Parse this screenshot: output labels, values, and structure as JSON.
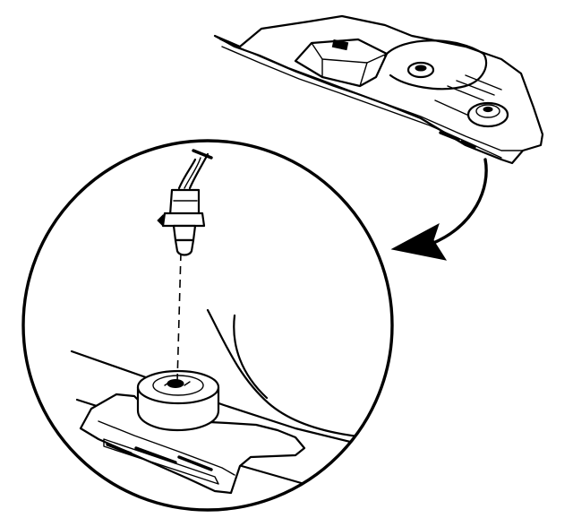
{
  "diagram": {
    "ink_color": "#000000",
    "paper_color": "#ffffff",
    "parts": [
      "trim-panel-assembly",
      "detail-magnifier-circle",
      "indicator-lamp-bulb",
      "bulb-socket-boss",
      "wire-harness",
      "callout-arrow"
    ]
  }
}
